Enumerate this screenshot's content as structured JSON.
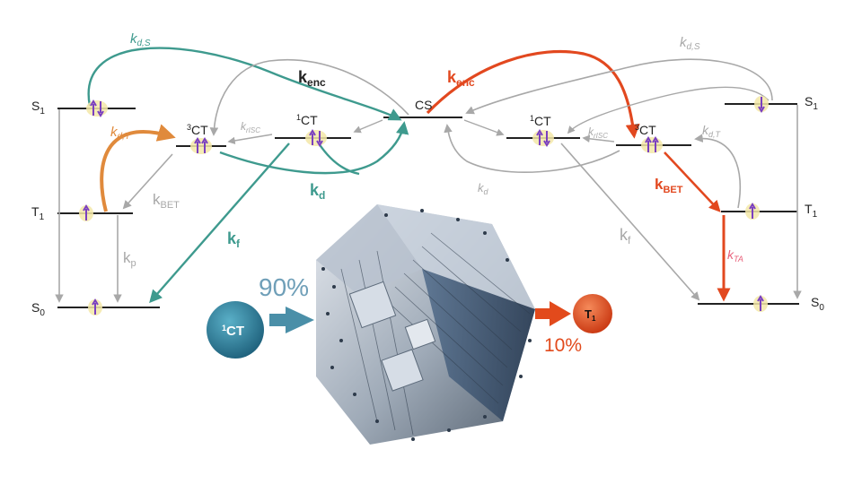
{
  "levels": {
    "left_s1": "S",
    "left_s1_sub": "1",
    "left_t1": "T",
    "left_t1_sub": "1",
    "left_s0": "S",
    "left_s0_sub": "0",
    "left_3ct_sup": "3",
    "left_3ct": "CT",
    "left_1ct_sup": "1",
    "left_1ct": "CT",
    "cs": "CS",
    "right_1ct_sup": "1",
    "right_1ct": "CT",
    "right_3ct_sup": "3",
    "right_3ct": "CT",
    "right_s1": "S",
    "right_s1_sub": "1",
    "right_t1": "T",
    "right_t1_sub": "1",
    "right_s0": "S",
    "right_s0_sub": "0"
  },
  "rates": {
    "left_kds": "k",
    "left_kds_sub": "d,S",
    "left_kdt": "k",
    "left_kdt_sub": "d,T",
    "left_kenc": "k",
    "left_kenc_sub": "enc",
    "left_krisc": "k",
    "left_krisc_sub": "rISC",
    "left_kbet": "k",
    "left_kbet_sub": "BET",
    "left_kd": "k",
    "left_kd_sub": "d",
    "left_kp": "k",
    "left_kp_sub": "p",
    "left_kf": "k",
    "left_kf_sub": "f",
    "right_kenc": "k",
    "right_kenc_sub": "enc",
    "right_kds": "k",
    "right_kds_sub": "d,S",
    "right_krisc": "k",
    "right_krisc_sub": "rISC",
    "right_kdt": "k",
    "right_kdt_sub": "d,T",
    "right_kd": "k",
    "right_kd_sub": "d",
    "right_kbet": "k",
    "right_kbet_sub": "BET",
    "right_kf": "k",
    "right_kf_sub": "f",
    "right_kta": "k",
    "right_kta_sub": "TA"
  },
  "yields": {
    "singlet_percent": "90%",
    "singlet_bubble_sup": "1",
    "singlet_bubble": "CT",
    "triplet_percent": "10%",
    "triplet_bubble": "T",
    "triplet_bubble_sub": "1"
  },
  "colors": {
    "teal": "#3e9a8e",
    "orange_left": "#e08a3c",
    "red_right": "#e2481f",
    "pink_kta": "#e8607a",
    "gray": "#a8a8a8",
    "purple_spin": "#7a3fc0",
    "spin_glow": "#f3e7a8",
    "singlet_bubble": "#2a7f9c",
    "triplet_bubble": "#e24a1c"
  },
  "icons": {
    "center": "molecular-crystal-illustration",
    "spin": "spin-arrow-icon"
  }
}
